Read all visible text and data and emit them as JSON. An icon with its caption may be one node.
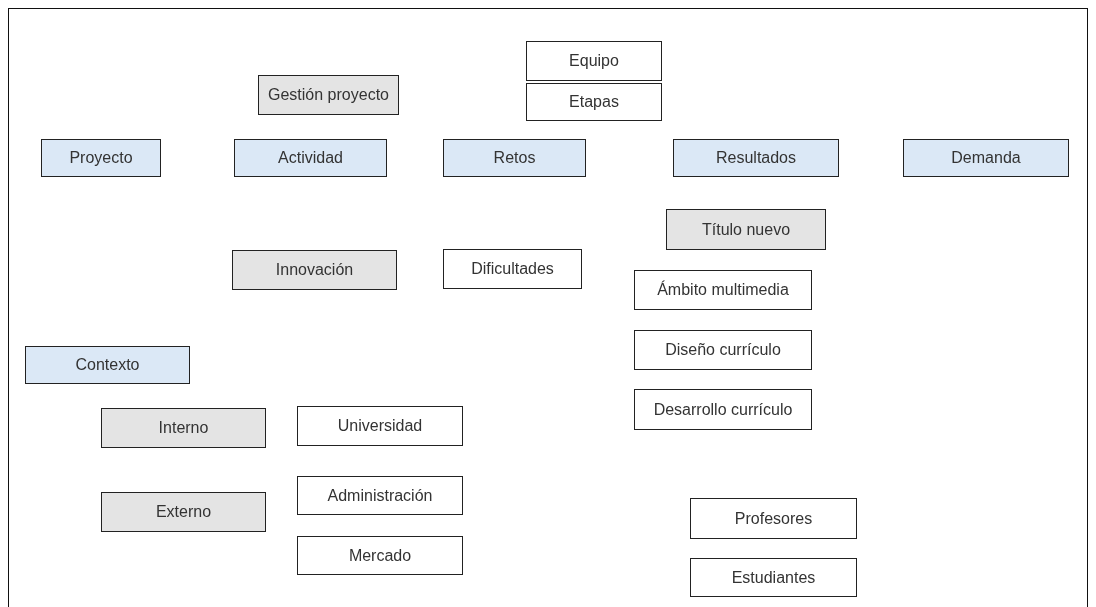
{
  "diagram": {
    "nodes": [
      {
        "text": [
          "Gestión proyecto"
        ]
      },
      {
        "text": [
          "Equipo"
        ]
      },
      {
        "text": [
          "Etapas"
        ]
      },
      {
        "text": [
          "Proyecto"
        ]
      },
      {
        "text": [
          "Actividad"
        ]
      },
      {
        "text": [
          "Retos"
        ]
      },
      {
        "text": [
          "Resultados"
        ]
      },
      {
        "text": [
          "Demanda"
        ]
      },
      {
        "text": [
          "Título nuevo"
        ]
      },
      {
        "text": [
          "Innovación"
        ]
      },
      {
        "text": [
          "Dificultades"
        ]
      },
      {
        "text": [
          "Ámbito multimedia"
        ]
      },
      {
        "text": [
          "Contexto"
        ]
      },
      {
        "text": [
          "Diseño currículo"
        ]
      },
      {
        "text": [
          "Desarrollo currículo"
        ]
      },
      {
        "text": [
          "Interno"
        ]
      },
      {
        "text": [
          "Universidad"
        ]
      },
      {
        "text": [
          "Externo"
        ]
      },
      {
        "text": [
          "Administración"
        ]
      },
      {
        "text": [
          "Mercado"
        ]
      },
      {
        "text": [
          "Profesores"
        ]
      },
      {
        "text": [
          "Estudiantes"
        ]
      }
    ]
  }
}
